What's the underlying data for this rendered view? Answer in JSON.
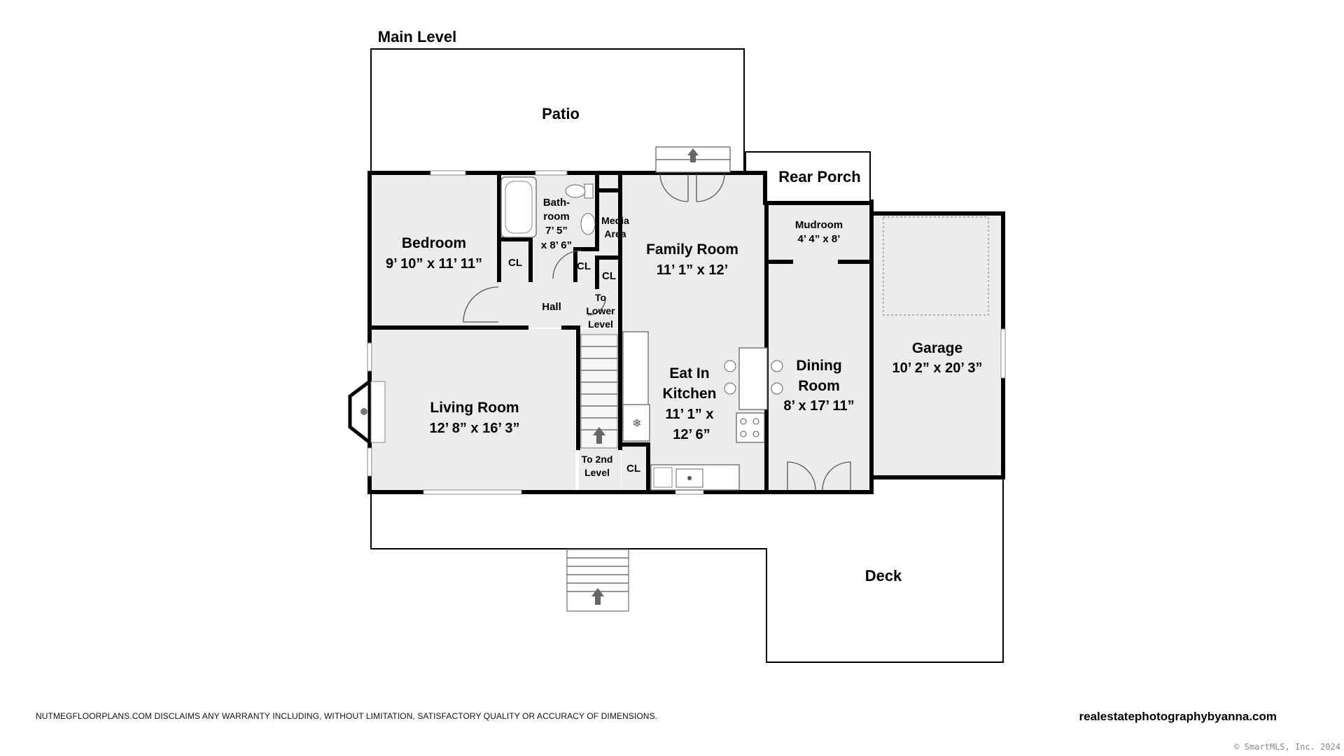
{
  "title": "Main Level",
  "rooms": {
    "patio": {
      "name": "Patio"
    },
    "rear_porch": {
      "name": "Rear Porch"
    },
    "bedroom": {
      "name": "Bedroom",
      "dims": "9’ 10” x 11’ 11”"
    },
    "bathroom": {
      "line1": "Bath-",
      "line2": "room",
      "line3": "7’ 5”",
      "line4": "x 8’ 6”"
    },
    "media_area": {
      "line1": "Media",
      "line2": "Area"
    },
    "family_room": {
      "name": "Family Room",
      "dims": "11’ 1” x 12’"
    },
    "mudroom": {
      "name": "Mudroom",
      "dims": "4’ 4” x 8’"
    },
    "garage": {
      "name": "Garage",
      "dims": "10’ 2” x 20’ 3”"
    },
    "hall": {
      "name": "Hall"
    },
    "to_lower_level": {
      "line1": "To",
      "line2": "Lower",
      "line3": "Level"
    },
    "living_room": {
      "name": "Living Room",
      "dims": "12’ 8” x 16’ 3”"
    },
    "eat_in_kitchen": {
      "line1": "Eat In",
      "line2": "Kitchen",
      "line3": "11’ 1” x",
      "line4": "12’ 6”"
    },
    "dining_room": {
      "line1": "Dining",
      "line2": "Room",
      "dims": "8’ x 17’ 11”"
    },
    "to_2nd_level": {
      "line1": "To 2nd",
      "line2": "Level"
    },
    "deck": {
      "name": "Deck"
    },
    "closet_label": "CL"
  },
  "footer": {
    "disclaimer": "NUTMEGFLOORPLANS.COM DISCLAIMS ANY WARRANTY INCLUDING, WITHOUT LIMITATION, SATISFACTORY QUALITY OR ACCURACY OF DIMENSIONS.",
    "website": "realestatephotographybyanna.com",
    "copyright": "© SmartMLS, Inc.  2024"
  },
  "colors": {
    "room_fill": "#ececec",
    "wall": "#000000",
    "background": "#ffffff"
  }
}
